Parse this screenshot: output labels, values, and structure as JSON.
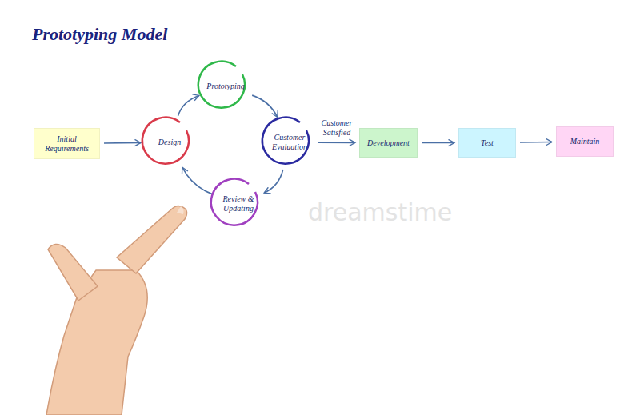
{
  "diagram": {
    "title": "Prototyping Model",
    "nodes": [
      {
        "text": [
          "Initial Requirements"
        ]
      },
      {
        "text": [
          "Design"
        ]
      },
      {
        "text": [
          "Prototyping"
        ]
      },
      {
        "text": [
          "Customer Evaluation"
        ]
      },
      {
        "text": [
          "Review & Updating"
        ]
      },
      {
        "text": [
          "Development"
        ]
      },
      {
        "text": [
          "Test"
        ]
      },
      {
        "text": [
          "Maintain"
        ]
      }
    ],
    "edges": [
      {
        "from": 0,
        "to": 1,
        "arrow": "to"
      },
      {
        "from": 1,
        "to": 2,
        "arrow": "to"
      },
      {
        "from": 2,
        "to": 3,
        "arrow": "to"
      },
      {
        "from": 3,
        "to": 4,
        "arrow": "to"
      },
      {
        "from": 4,
        "to": 1,
        "arrow": "to"
      },
      {
        "from": 3,
        "to": 5,
        "label": "Customer Satisfied",
        "arrow": "to"
      },
      {
        "from": 5,
        "to": 6,
        "arrow": "to"
      },
      {
        "from": 6,
        "to": 7,
        "arrow": "to"
      }
    ],
    "labels": [
      "dreamstime"
    ]
  }
}
